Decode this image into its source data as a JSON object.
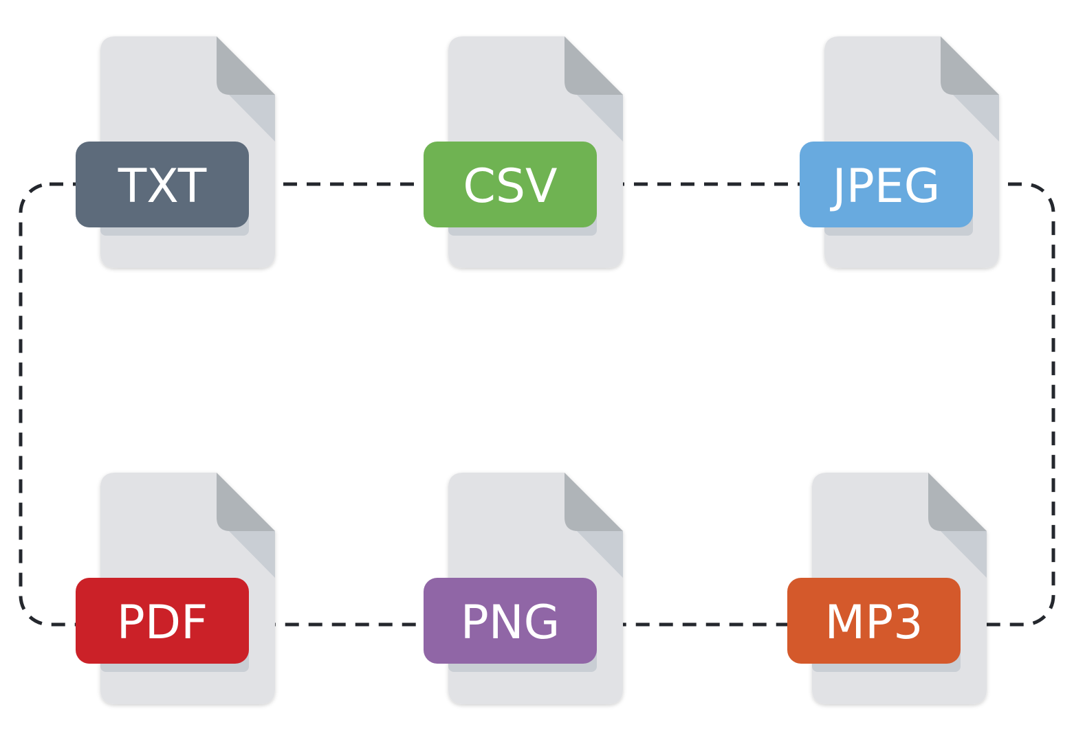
{
  "files": [
    {
      "label": "TXT",
      "color": "#5d6b7b"
    },
    {
      "label": "CSV",
      "color": "#6fb352"
    },
    {
      "label": "JPEG",
      "color": "#68aadf"
    },
    {
      "label": "PDF",
      "color": "#cb2128"
    },
    {
      "label": "PNG",
      "color": "#9066a6"
    },
    {
      "label": "MP3",
      "color": "#d4592b"
    }
  ],
  "connector_color": "#24272d",
  "document_colors": {
    "body": "#e1e2e5",
    "fold": "#afb4b8",
    "fold_shade": "#c9ced4"
  }
}
